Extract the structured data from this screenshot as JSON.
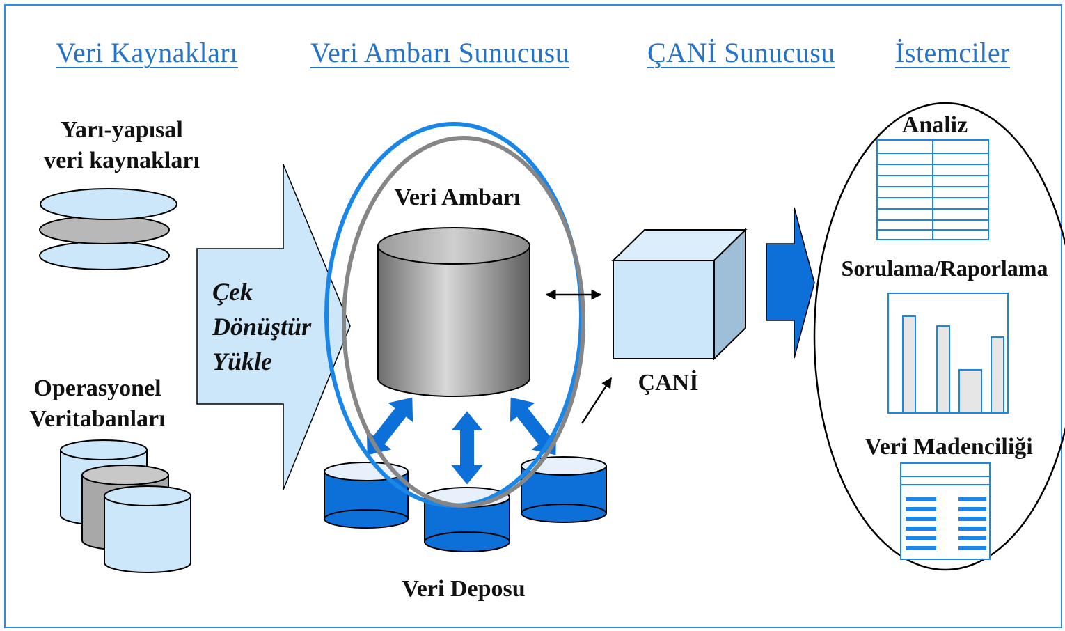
{
  "headers": {
    "sources": "Veri Kaynakları",
    "warehouse_server": "Veri Ambarı Sunucusu",
    "olap_server": "ÇANİ Sunucusu",
    "clients": "İstemciler"
  },
  "sources": {
    "semi_structured_line1": "Yarı-yapısal",
    "semi_structured_line2": "veri kaynakları",
    "operational_line1": "Operasyonel",
    "operational_line2": "Veritabanları"
  },
  "etl": {
    "extract": "Çek",
    "transform": "Dönüştür",
    "load": "Yükle"
  },
  "warehouse": {
    "title": "Veri Ambarı",
    "data_marts": "Veri Deposu"
  },
  "olap": {
    "label": "ÇANİ"
  },
  "clients": {
    "analysis": "Analiz",
    "query_reporting": "Sorulama/Raporlama",
    "data_mining": "Veri Madenciliği"
  },
  "colors": {
    "accent_blue": "#2573c8",
    "light_blue": "#cce6fa",
    "dark_blue": "#0d6fd8",
    "gray": "#8a8a8a",
    "frame_blue": "#2e8ae6"
  }
}
